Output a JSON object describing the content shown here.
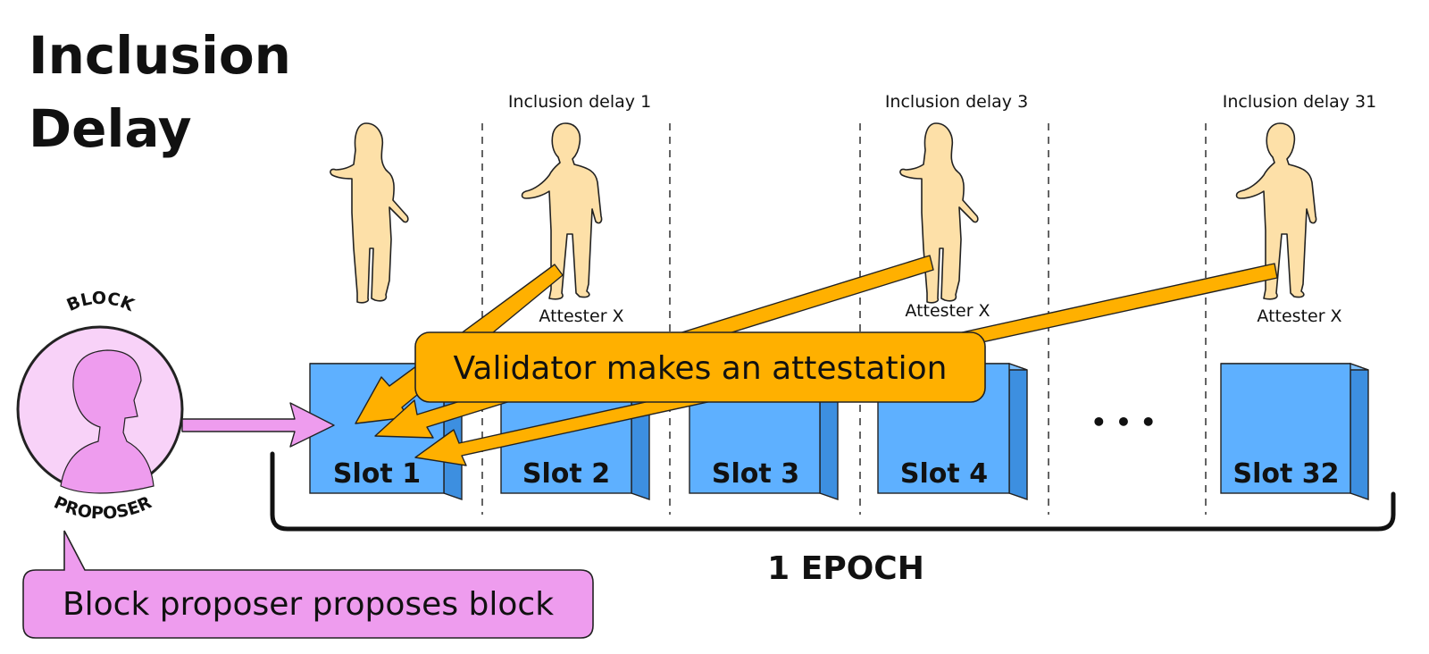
{
  "title_lines": [
    "Inclusion",
    "Delay"
  ],
  "inclusion_delays": [
    "Inclusion delay 1",
    "Inclusion delay 3",
    "Inclusion delay 31"
  ],
  "attester_label": "Attester X",
  "slots": [
    "Slot 1",
    "Slot 2",
    "Slot 3",
    "Slot 4",
    "Slot 32"
  ],
  "ellipsis": "• • •",
  "epoch_label": "1 EPOCH",
  "block_proposer": {
    "top": "BLOCK",
    "bottom": "PROPOSER"
  },
  "validator_callout": "Validator makes an attestation",
  "proposer_callout": "Block proposer proposes block",
  "colors": {
    "slot_front": "#5eb0ff",
    "slot_side": "#3d8fe0",
    "person": "#fde0a8",
    "proposer_bg": "#f8d2f8",
    "proposer_figure": "#ee9cee",
    "attestation_arrow": "#ffb000",
    "proposer_arrow": "#ee9cee"
  },
  "icons": [
    "person-silhouette-icon",
    "proposer-avatar-icon"
  ]
}
